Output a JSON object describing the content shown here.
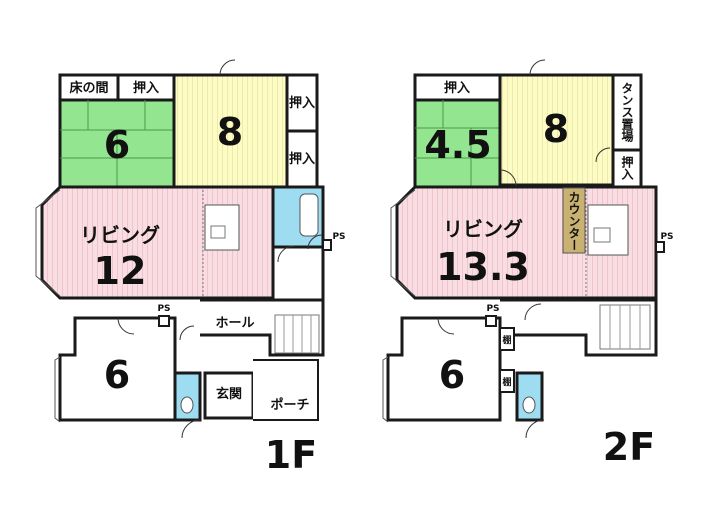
{
  "colors": {
    "tatami": "#93e58f",
    "tatami_line": "#4a9a48",
    "yellow_room": "#fdfcc4",
    "living": "#f8dde3",
    "bath": "#9edcf2",
    "counter": "#c9b271",
    "wall": "#1a1a1a"
  },
  "floor1": {
    "label": "1F",
    "rooms": {
      "tokonoma": "床の間",
      "oshiire_top": "押入",
      "oshiire_right1": "押入",
      "oshiire_right2": "押入",
      "tatami_room_size": "6",
      "western_room_size": "8",
      "living_name": "リビング",
      "living_size": "12",
      "ps_right": "PS",
      "ps_lower": "PS",
      "hall": "ホール",
      "room_size_lower": "6",
      "genkan": "玄関",
      "porch": "ポーチ"
    }
  },
  "floor2": {
    "label": "2F",
    "rooms": {
      "oshiire_top": "押入",
      "tatami_room_size": "4.5",
      "western_room_size": "8",
      "tansu": "タンス置場",
      "oshiire_right": "押入",
      "counter": "カウンター",
      "living_name": "リビング",
      "living_size": "13.3",
      "ps_right": "PS",
      "ps_lower": "PS",
      "shelf1": "棚",
      "shelf2": "棚",
      "room_size_lower": "6"
    }
  }
}
